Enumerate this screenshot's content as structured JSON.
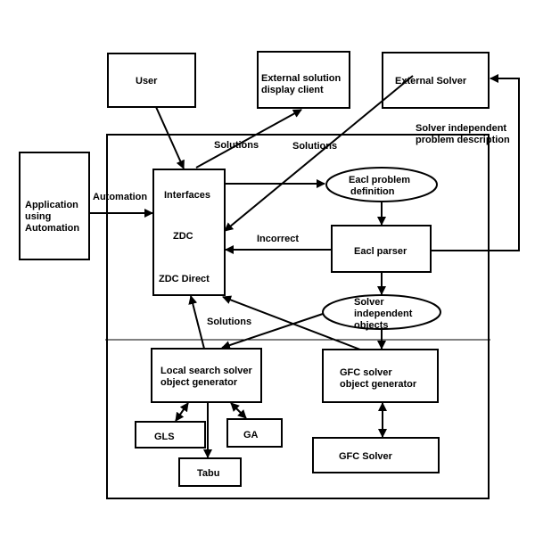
{
  "nodes": {
    "user": "User",
    "ext_display": [
      "External solution",
      "display client"
    ],
    "ext_solver": "External Solver",
    "application": [
      "Application",
      "using",
      "Automation"
    ],
    "zdc_interfaces": "Interfaces",
    "zdc_name": "ZDC",
    "zdc_direct": "ZDC Direct",
    "eacl_definition": [
      "Eacl problem",
      "definition"
    ],
    "eacl_parser": "Eacl parser",
    "solver_objects": [
      "Solver",
      "independent",
      "objects"
    ],
    "local_search": [
      "Local search solver",
      "object generator"
    ],
    "gfc_generator": [
      "GFC solver",
      "object generator"
    ],
    "gls": "GLS",
    "ga": "GA",
    "tabu": "Tabu",
    "gfc_solver": "GFC Solver"
  },
  "edge_labels": {
    "automation": "Automation",
    "solutions_display": "Solutions",
    "solutions_external": "Solutions",
    "solver_independent": [
      "Solver independent",
      "problem description"
    ],
    "incorrect": "Incorrect",
    "solutions_local": "Solutions"
  }
}
